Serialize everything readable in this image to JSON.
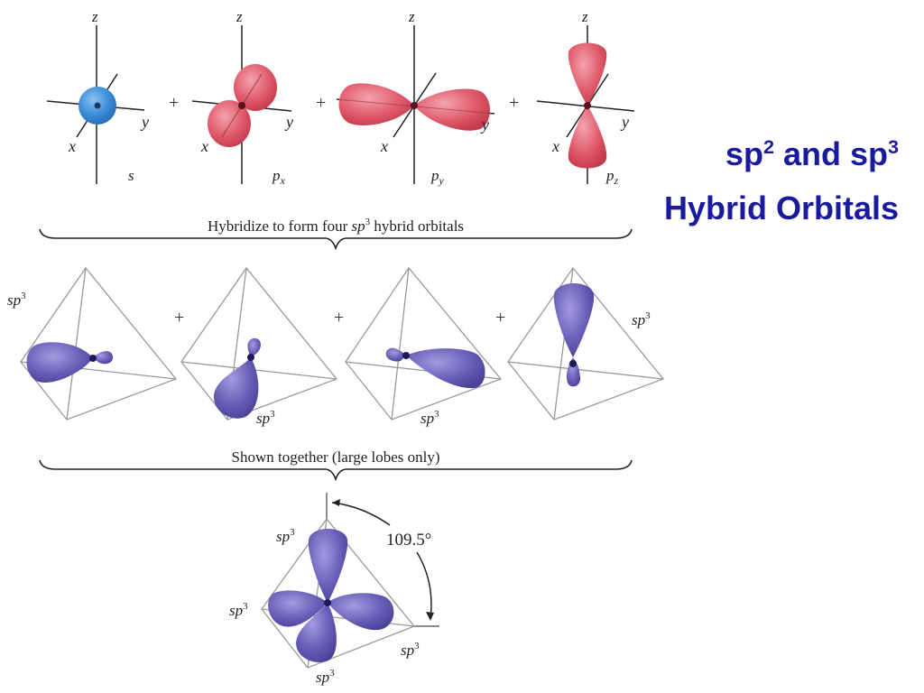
{
  "title": {
    "line1_prefix": "sp",
    "line1_sup1": "2",
    "line1_mid": " and sp",
    "line1_sup2": "3",
    "line2": "Hybrid Orbitals"
  },
  "atomic_orbitals": [
    {
      "name": "s",
      "color": "#3d8fd8",
      "axis_labels": {
        "z": "z",
        "x": "x",
        "y": "y"
      }
    },
    {
      "name": "p",
      "subscript": "x",
      "color": "#e05a6a",
      "axis_labels": {
        "z": "z",
        "x": "x",
        "y": "y"
      }
    },
    {
      "name": "p",
      "subscript": "y",
      "color": "#e05a6a",
      "axis_labels": {
        "z": "z",
        "x": "x",
        "y": "y"
      }
    },
    {
      "name": "p",
      "subscript": "z",
      "color": "#e05a6a",
      "axis_labels": {
        "z": "z",
        "x": "x",
        "y": "y"
      }
    }
  ],
  "plus_sign": "+",
  "brace1_caption": {
    "prefix": "Hybridize to form four ",
    "sp": "sp",
    "sup": "3",
    "suffix": " hybrid orbitals"
  },
  "hybrid_orbitals": [
    {
      "label": "sp",
      "sup": "3"
    },
    {
      "label": "sp",
      "sup": "3"
    },
    {
      "label": "sp",
      "sup": "3"
    },
    {
      "label": "sp",
      "sup": "3"
    }
  ],
  "hybrid_color": "#6a5fb8",
  "brace2_caption": "Shown together (large lobes only)",
  "combined": {
    "angle_label": "109.5°",
    "lobe_labels": [
      {
        "label": "sp",
        "sup": "3"
      },
      {
        "label": "sp",
        "sup": "3"
      },
      {
        "label": "sp",
        "sup": "3"
      },
      {
        "label": "sp",
        "sup": "3"
      }
    ]
  }
}
